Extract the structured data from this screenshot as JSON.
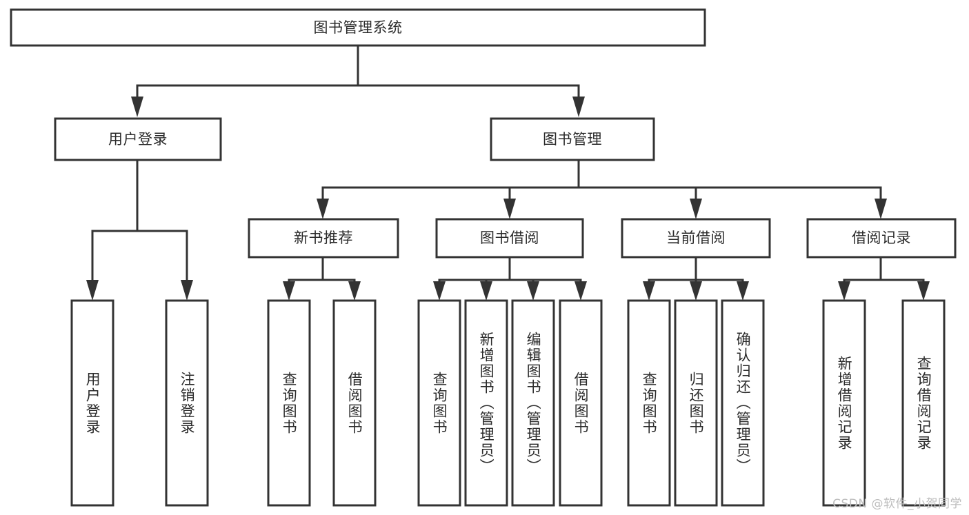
{
  "diagram": {
    "type": "tree-hierarchy",
    "title": "图书管理系统",
    "orientation": "top-down",
    "colors": {
      "background": "#ffffff",
      "box_fill": "#ffffff",
      "box_stroke": "#333333",
      "text": "#2b2b2b",
      "watermark": "#bdbdbd"
    },
    "root": {
      "label": "图书管理系统",
      "text_direction": "horizontal"
    },
    "level2": [
      {
        "label": "用户登录",
        "text_direction": "horizontal"
      },
      {
        "label": "图书管理",
        "text_direction": "horizontal"
      }
    ],
    "level3": [
      {
        "label": "新书推荐",
        "text_direction": "horizontal"
      },
      {
        "label": "图书借阅",
        "text_direction": "horizontal"
      },
      {
        "label": "当前借阅",
        "text_direction": "horizontal"
      },
      {
        "label": "借阅记录",
        "text_direction": "horizontal"
      }
    ],
    "leaves": {
      "user_login": [
        {
          "label": "用户登录",
          "text_direction": "vertical"
        },
        {
          "label": "注销登录",
          "text_direction": "vertical"
        }
      ],
      "new_book_recommend": [
        {
          "label": "查询图书",
          "text_direction": "vertical"
        },
        {
          "label": "借阅图书",
          "text_direction": "vertical"
        }
      ],
      "book_borrow": [
        {
          "label": "查询图书",
          "text_direction": "vertical"
        },
        {
          "label": "新增图书（管理员）",
          "text_direction": "vertical"
        },
        {
          "label": "编辑图书（管理员）",
          "text_direction": "vertical"
        },
        {
          "label": "借阅图书",
          "text_direction": "vertical"
        }
      ],
      "current_borrow": [
        {
          "label": "查询图书",
          "text_direction": "vertical"
        },
        {
          "label": "归还图书",
          "text_direction": "vertical"
        },
        {
          "label": "确认归还（管理员）",
          "text_direction": "vertical"
        }
      ],
      "borrow_record": [
        {
          "label": "新增借阅记录",
          "text_direction": "vertical"
        },
        {
          "label": "查询借阅记录",
          "text_direction": "vertical"
        }
      ]
    }
  },
  "watermark": {
    "text": "CSDN @软件_小贺同学"
  }
}
